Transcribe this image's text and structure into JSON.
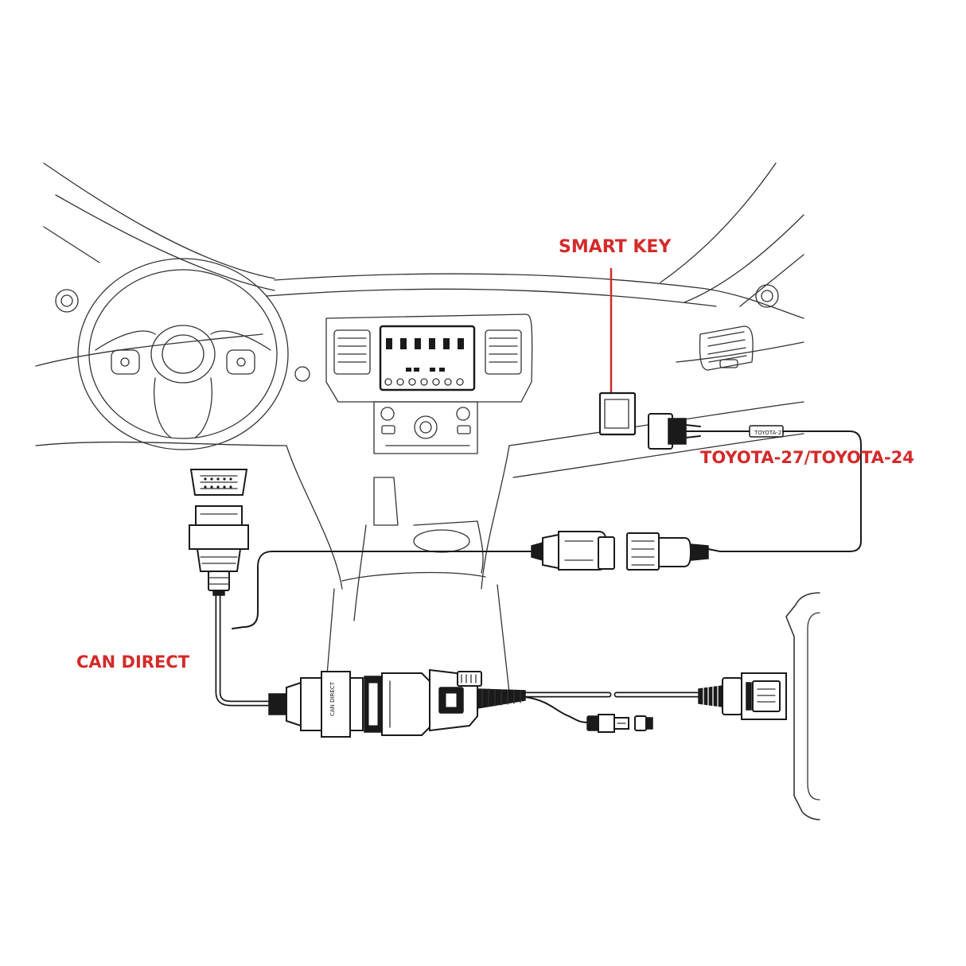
{
  "labels": {
    "smart_key": "SMART KEY",
    "toyota": "TOYOTA-27/TOYOTA-24",
    "can_direct": "CAN DIRECT"
  },
  "colors": {
    "label_red": "#d42a2a",
    "line": "#1a1a1a",
    "background": "#ffffff"
  }
}
